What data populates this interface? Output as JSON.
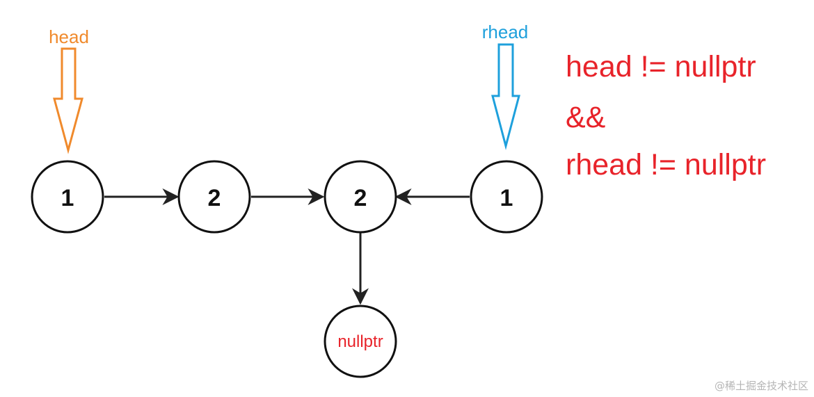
{
  "colors": {
    "head": "#f08a2c",
    "rhead": "#1ea0dc",
    "condition": "#e8232a",
    "node_stroke": "#111111",
    "edge": "#222222",
    "watermark": "#b5b5b5"
  },
  "pointers": {
    "head": {
      "label": "head"
    },
    "rhead": {
      "label": "rhead"
    }
  },
  "nodes": [
    {
      "id": "n1",
      "label": "1"
    },
    {
      "id": "n2",
      "label": "2"
    },
    {
      "id": "n3",
      "label": "2"
    },
    {
      "id": "n4",
      "label": "1"
    },
    {
      "id": "n5",
      "label": "nullptr"
    }
  ],
  "edges": [
    {
      "from": "n1",
      "to": "n2"
    },
    {
      "from": "n2",
      "to": "n3"
    },
    {
      "from": "n4",
      "to": "n3"
    },
    {
      "from": "n3",
      "to": "n5"
    }
  ],
  "condition": {
    "line1": "head != nullptr",
    "line2": "&&",
    "line3": "rhead != nullptr"
  },
  "watermark": "@稀土掘金技术社区"
}
